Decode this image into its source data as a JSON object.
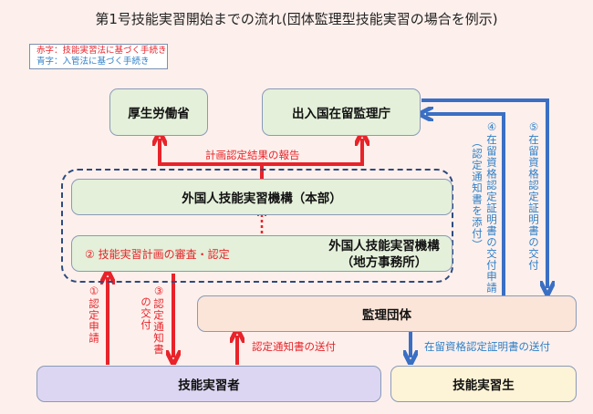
{
  "title": "第1号技能実習開始までの流れ(団体監理型技能実習の場合を例示)",
  "legend": {
    "red": "赤字：技能実習法に基づく手続き",
    "blue": "青字：入管法に基づく手続き"
  },
  "nodes": {
    "mhlw": "厚生労働省",
    "immigration": "出入国在留監理庁",
    "otit_hq": "外国人技能実習機構（本部）",
    "otit_regional_line1": "外国人技能実習機構",
    "otit_regional_line2": "（地方事務所）",
    "supervising_org": "監理団体",
    "implementer": "技能実習者",
    "trainee": "技能実習生"
  },
  "labels": {
    "report": "計画認定結果の報告",
    "step1_num": "①",
    "step1": "認定申請",
    "step2": "② 技能実習計画の審査・認定",
    "step3_num": "③",
    "step3_a": "認定通知",
    "step3_b": "の交付",
    "step3_c": "書",
    "step4_num": "④",
    "step4": "在留資格認定証明書の交付申請",
    "step4_sub": "（認定通知書を添付）",
    "step5_num": "⑤",
    "step5": "在留資格認定証明書の交付",
    "send_notice": "認定通知書の送付",
    "send_coe": "在留資格認定証明書の送付"
  },
  "colors": {
    "red": "#e8232a",
    "blue": "#3a6fc4",
    "navy_dash": "#2e4a80",
    "background": "#fdf0ec"
  }
}
